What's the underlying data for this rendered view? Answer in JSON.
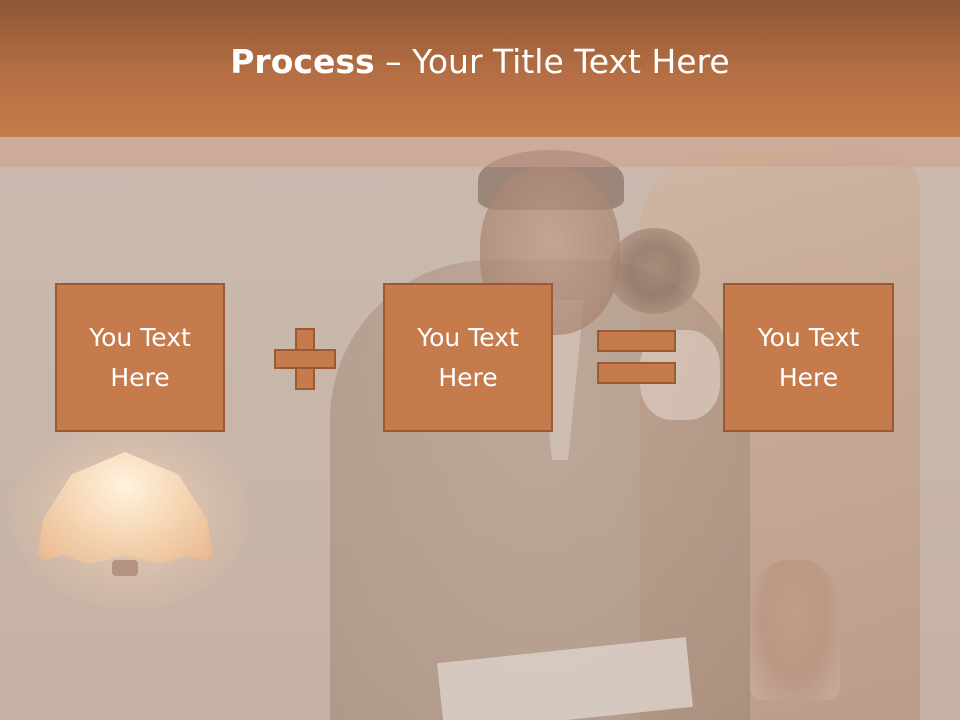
{
  "header": {
    "title_bold": "Process",
    "title_rest": " – Your Title Text Here"
  },
  "process": {
    "boxes": [
      {
        "text": "You Text\nHere"
      },
      {
        "text": "You Text\nHere"
      },
      {
        "text": "You Text\nHere"
      }
    ],
    "operators": [
      "plus-icon",
      "equals-icon"
    ]
  },
  "colors": {
    "header": "#b66f44",
    "box_fill": "#c57b4c",
    "box_border": "#995a34",
    "text": "#ffffff"
  }
}
